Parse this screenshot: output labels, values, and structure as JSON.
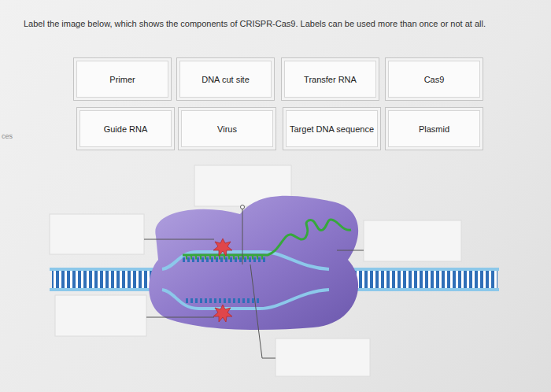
{
  "diagram": {
    "title": "Label the image below, which shows the components of CRISPR-Cas9. Labels can be used more than once or not at all.",
    "nodes": [
      {
        "text": [
          "Primer"
        ]
      },
      {
        "text": [
          "DNA cut site"
        ]
      },
      {
        "text": [
          "Transfer RNA"
        ]
      },
      {
        "text": [
          "Cas9"
        ]
      },
      {
        "text": [
          "Guide RNA"
        ]
      },
      {
        "text": [
          "Virus"
        ]
      },
      {
        "text": [
          "Target DNA sequence"
        ]
      },
      {
        "text": [
          "Plasmid"
        ]
      }
    ],
    "labels": [
      "ces"
    ]
  }
}
